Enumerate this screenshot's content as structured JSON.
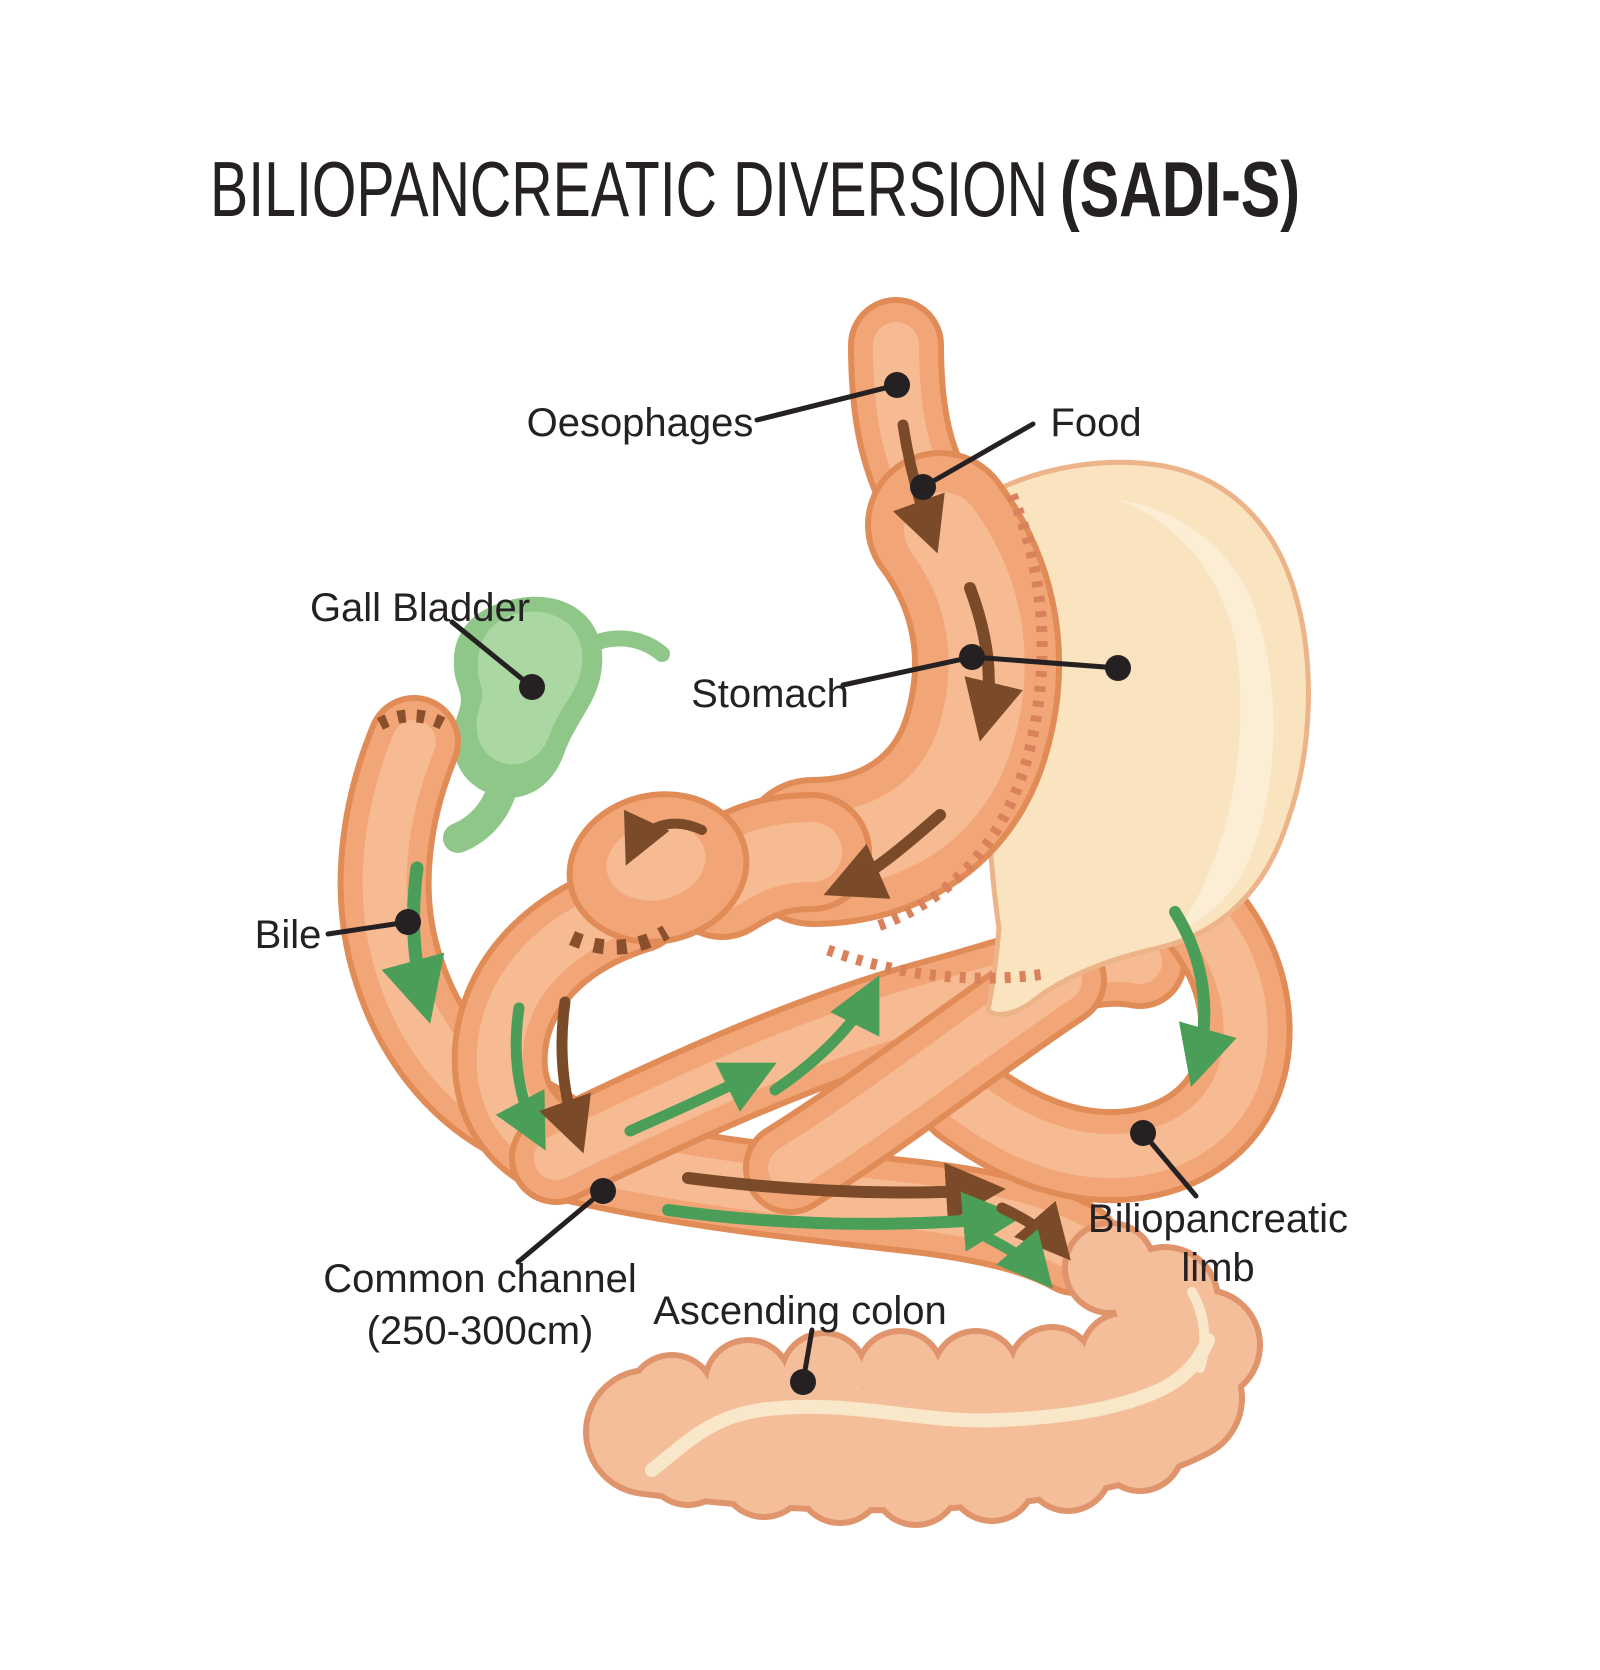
{
  "title": {
    "main": "BILIOPANCREATIC DIVERSION ",
    "emphasis": "(SADI-S)"
  },
  "labels": {
    "oesophages": "Oesophages",
    "food": "Food",
    "gall_bladder": "Gall Bladder",
    "stomach": "Stomach",
    "bile": "Bile",
    "common_channel_line1": "Common channel",
    "common_channel_line2": "(250-300cm)",
    "ascending_colon": "Ascending colon",
    "biliopancreatic_line1": "Biliopancreatic",
    "biliopancreatic_line2": "limb"
  },
  "colors": {
    "background": "#FFFFFF",
    "ink": "#252122",
    "tube_outline": "#E18B57",
    "tube_fill": "#F2A678",
    "tube_highlight": "#F6BB93",
    "stomach_remnant_fill": "#FAE3BF",
    "stomach_remnant_stroke": "#ECB488",
    "stomach_remnant_highlight": "#FCEDD5",
    "colon_fill": "#F5BE9B",
    "colon_outline": "#E0946C",
    "taenia_stripe": "#F8E7C8",
    "gall_bladder_fill": "#8FC788",
    "gall_bladder_highlight": "#ABD8A2",
    "staple_dark": "#8A4F2C",
    "staple_zipper": "#D9815A",
    "arrow_food_brown": "#7B4A28",
    "arrow_bile_green": "#4B9E57"
  }
}
